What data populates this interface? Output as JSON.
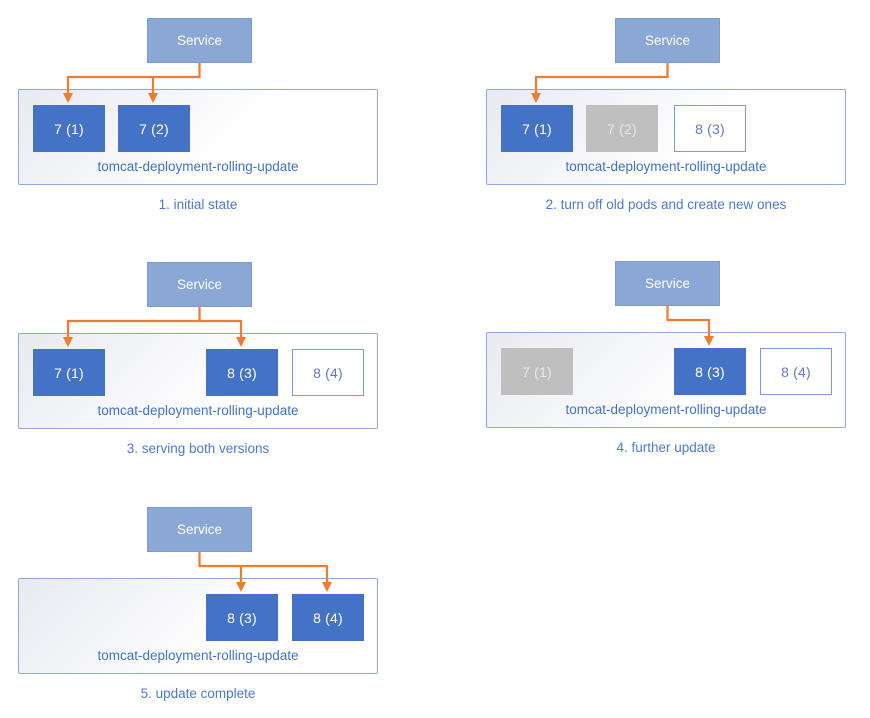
{
  "service_label": "Service",
  "deployment_label": "tomcat-deployment-rolling-update",
  "colors": {
    "accent_blue": "#4472C4",
    "service_fill": "#8AA7D6",
    "service_border": "#7E9CCB",
    "pod_active_fill": "#4472C4",
    "pod_active_text": "#FFFFFF",
    "pod_stopped_fill": "#BFBFBF",
    "pod_stopped_text": "#E7E6E6",
    "pod_new_border": "#7E9BD5",
    "pod_new_text": "#6478BC",
    "container_border": "#92A9D6",
    "caption_text": "#4E79CC",
    "arrow_orange": "#ED7D31"
  },
  "panels": [
    {
      "caption": "1. initial state",
      "pods": [
        {
          "label": "7 (1)",
          "state": "active",
          "slot": 0
        },
        {
          "label": "7 (2)",
          "state": "active",
          "slot": 1
        }
      ],
      "arrow_target_slots": [
        0,
        1
      ]
    },
    {
      "caption": "2. turn off old pods and create new ones",
      "pods": [
        {
          "label": "7 (1)",
          "state": "active",
          "slot": 0
        },
        {
          "label": "7 (2)",
          "state": "stopped",
          "slot": 1
        },
        {
          "label": "8 (3)",
          "state": "new",
          "slot": 2
        }
      ],
      "arrow_target_slots": [
        0
      ]
    },
    {
      "caption": "3. serving both versions",
      "pods": [
        {
          "label": "7 (1)",
          "state": "active",
          "slot": 0
        },
        {
          "label": "8 (3)",
          "state": "active",
          "slot": 2
        },
        {
          "label": "8 (4)",
          "state": "new",
          "slot": 3
        }
      ],
      "arrow_target_slots": [
        0,
        2
      ]
    },
    {
      "caption": "4. further update",
      "pods": [
        {
          "label": "7 (1)",
          "state": "stopped",
          "slot": 0
        },
        {
          "label": "8 (3)",
          "state": "active",
          "slot": 2
        },
        {
          "label": "8 (4)",
          "state": "new",
          "slot": 3
        }
      ],
      "arrow_target_slots": [
        2
      ]
    },
    {
      "caption": "5. update complete",
      "pods": [
        {
          "label": "8 (3)",
          "state": "active",
          "slot": 2
        },
        {
          "label": "8 (4)",
          "state": "active",
          "slot": 3
        }
      ],
      "arrow_target_slots": [
        2,
        3
      ]
    }
  ]
}
